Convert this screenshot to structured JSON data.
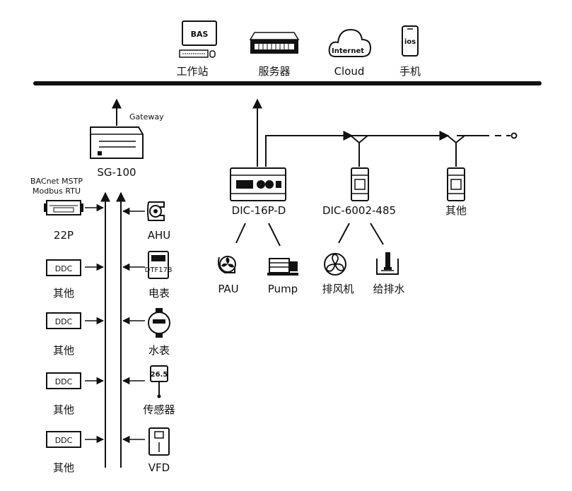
{
  "top_devices": {
    "workstation": {
      "label": "工作站",
      "screen_text": "BAS"
    },
    "server": {
      "label": "服务器"
    },
    "cloud": {
      "label": "Cloud",
      "icon_text": "Internet"
    },
    "phone": {
      "label": "手机",
      "icon_text": "ios"
    }
  },
  "gateway": {
    "caption": "Gateway",
    "label": "SG-100"
  },
  "bus_protocols": [
    "BACnet MSTP",
    "Modbus RTU"
  ],
  "left_column": [
    {
      "label": "22P",
      "icon": "controller-22p-icon"
    },
    {
      "label": "其他",
      "icon_text": "DDC"
    },
    {
      "label": "其他",
      "icon_text": "DDC"
    },
    {
      "label": "其他",
      "icon_text": "DDC"
    },
    {
      "label": "其他",
      "icon_text": "DDC"
    }
  ],
  "right_column": [
    {
      "label": "AHU",
      "icon": "ahu-icon"
    },
    {
      "label": "电表",
      "icon": "electric-meter-icon",
      "icon_text": "DTF178"
    },
    {
      "label": "水表",
      "icon": "water-meter-icon"
    },
    {
      "label": "传感器",
      "icon": "sensor-icon",
      "icon_text": "26.5"
    },
    {
      "label": "VFD",
      "icon": "vfd-icon"
    }
  ],
  "controllers": [
    {
      "label": "DIC-16P-D"
    },
    {
      "label": "DIC-6002-485"
    },
    {
      "label": "其他"
    }
  ],
  "field_devices": [
    {
      "label": "PAU",
      "icon": "pau-fan-icon"
    },
    {
      "label": "Pump",
      "icon": "pump-icon"
    },
    {
      "label": "排风机",
      "icon": "exhaust-fan-icon"
    },
    {
      "label": "给排水",
      "icon": "water-supply-icon"
    }
  ]
}
